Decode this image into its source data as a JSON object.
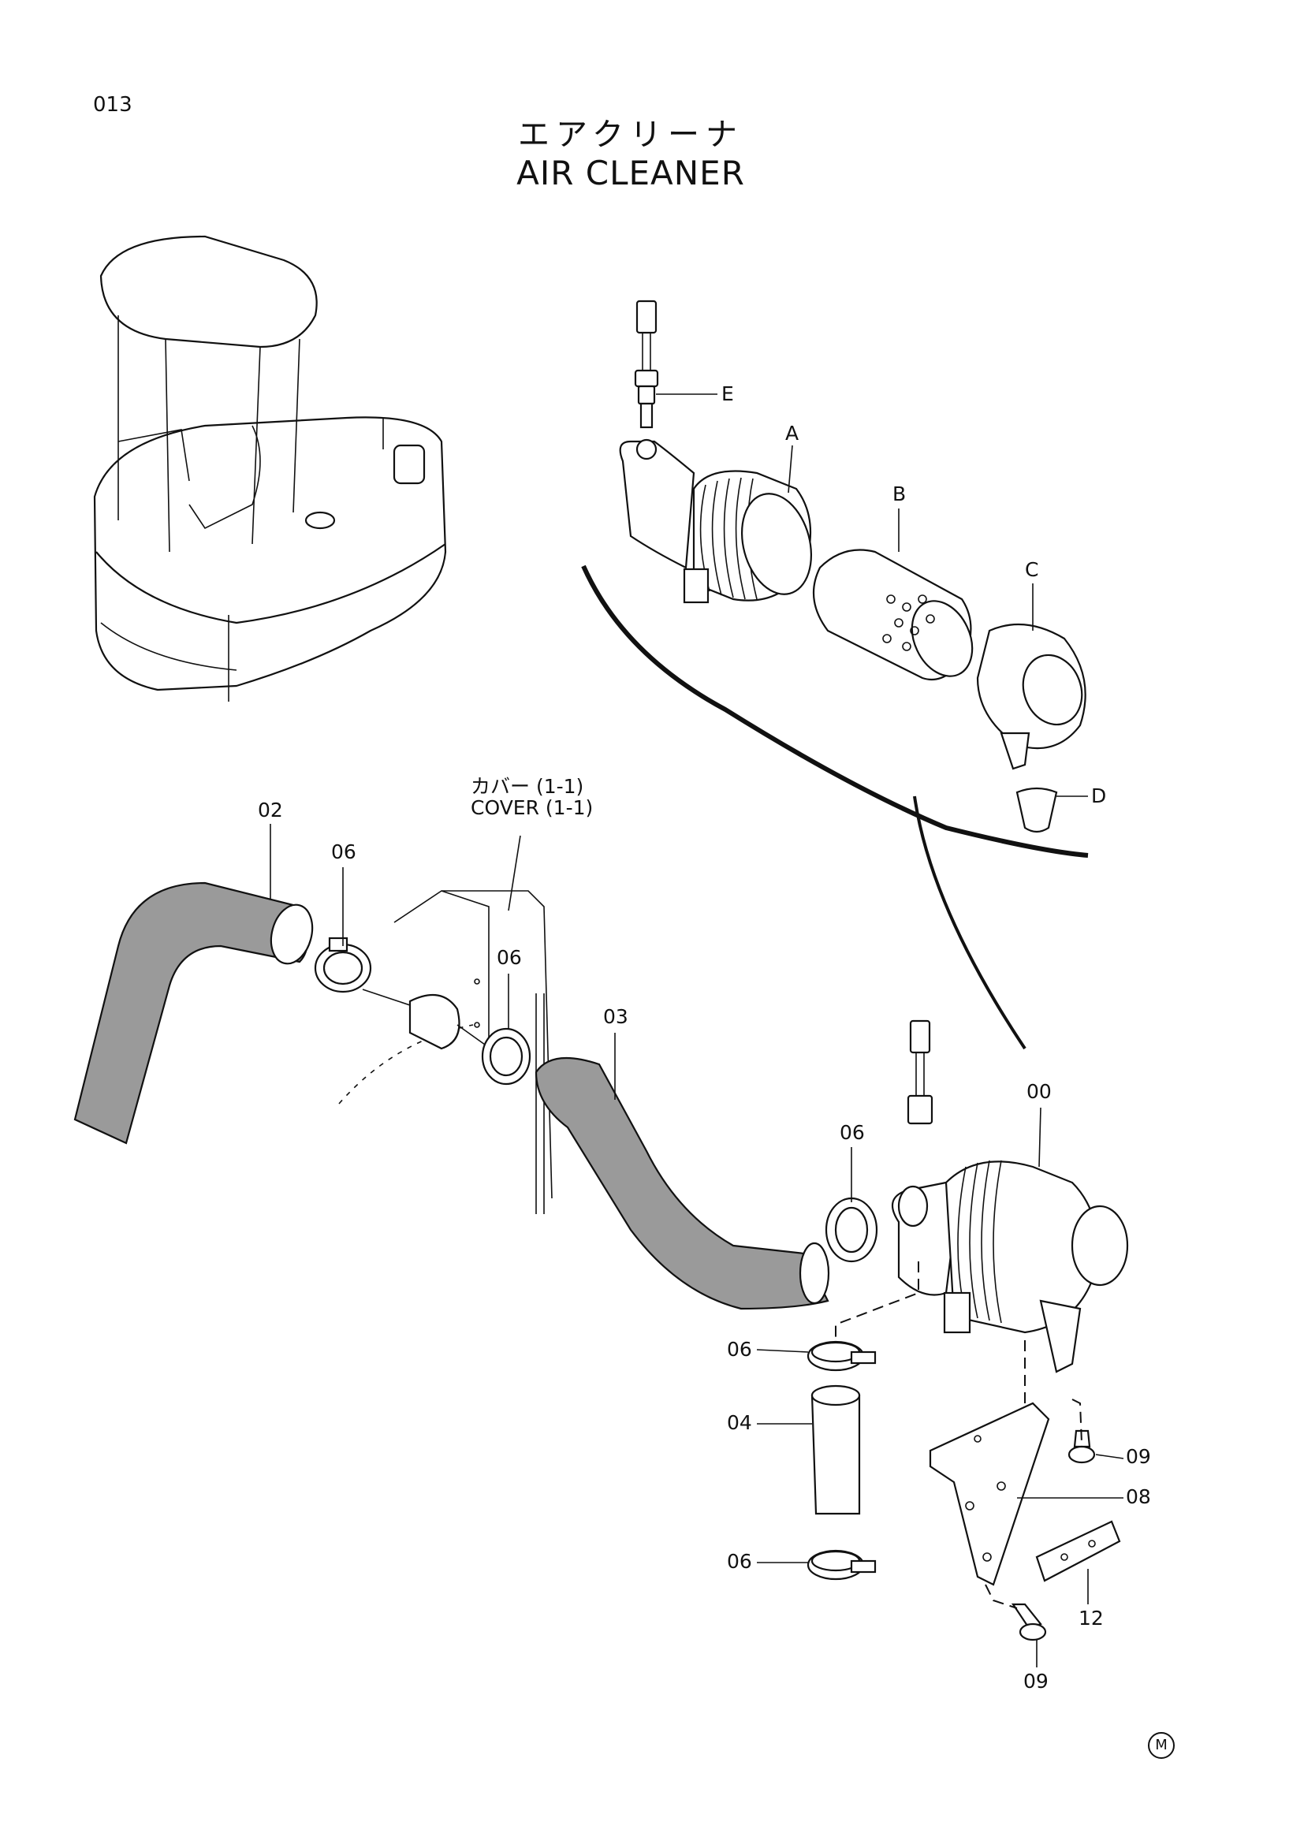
{
  "page_number": "013",
  "title": {
    "japanese": "エアクリーナ",
    "english": "AIR CLEANER"
  },
  "cover_note": {
    "japanese": "カバー (1-1)",
    "english": "COVER (1-1)"
  },
  "callouts": {
    "E": "E",
    "A": "A",
    "B": "B",
    "C": "C",
    "D": "D",
    "p02": "02",
    "p06_top": "06",
    "p06_mid": "06",
    "p03": "03",
    "p00": "00",
    "p06_right": "06",
    "p06_clamp1": "06",
    "p04": "04",
    "p06_clamp2": "06",
    "p09_top": "09",
    "p08": "08",
    "p12": "12",
    "p09_bottom": "09"
  },
  "mark": "M"
}
